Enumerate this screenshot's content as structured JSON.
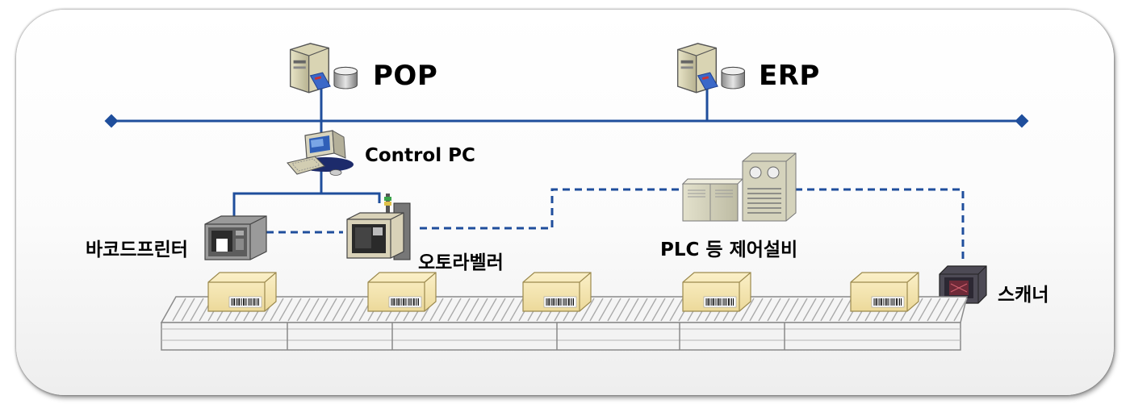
{
  "nodes": {
    "pop": "POP",
    "erp": "ERP",
    "control_pc": "Control PC",
    "barcode_printer": "바코드프린터",
    "auto_labeler": "오토라벨러",
    "plc": "PLC 등 제어설비",
    "scanner": "스캐너"
  },
  "colors": {
    "network_line": "#1f4e9c",
    "box_fill": "#f6e8b5",
    "conveyor": "#9a9a9a"
  },
  "icons": [
    "server-icon",
    "database-icon",
    "desktop-pc-icon",
    "barcode-printer-icon",
    "auto-labeler-icon",
    "plc-cabinet-icon",
    "scanner-icon",
    "box-icon",
    "conveyor-belt"
  ]
}
